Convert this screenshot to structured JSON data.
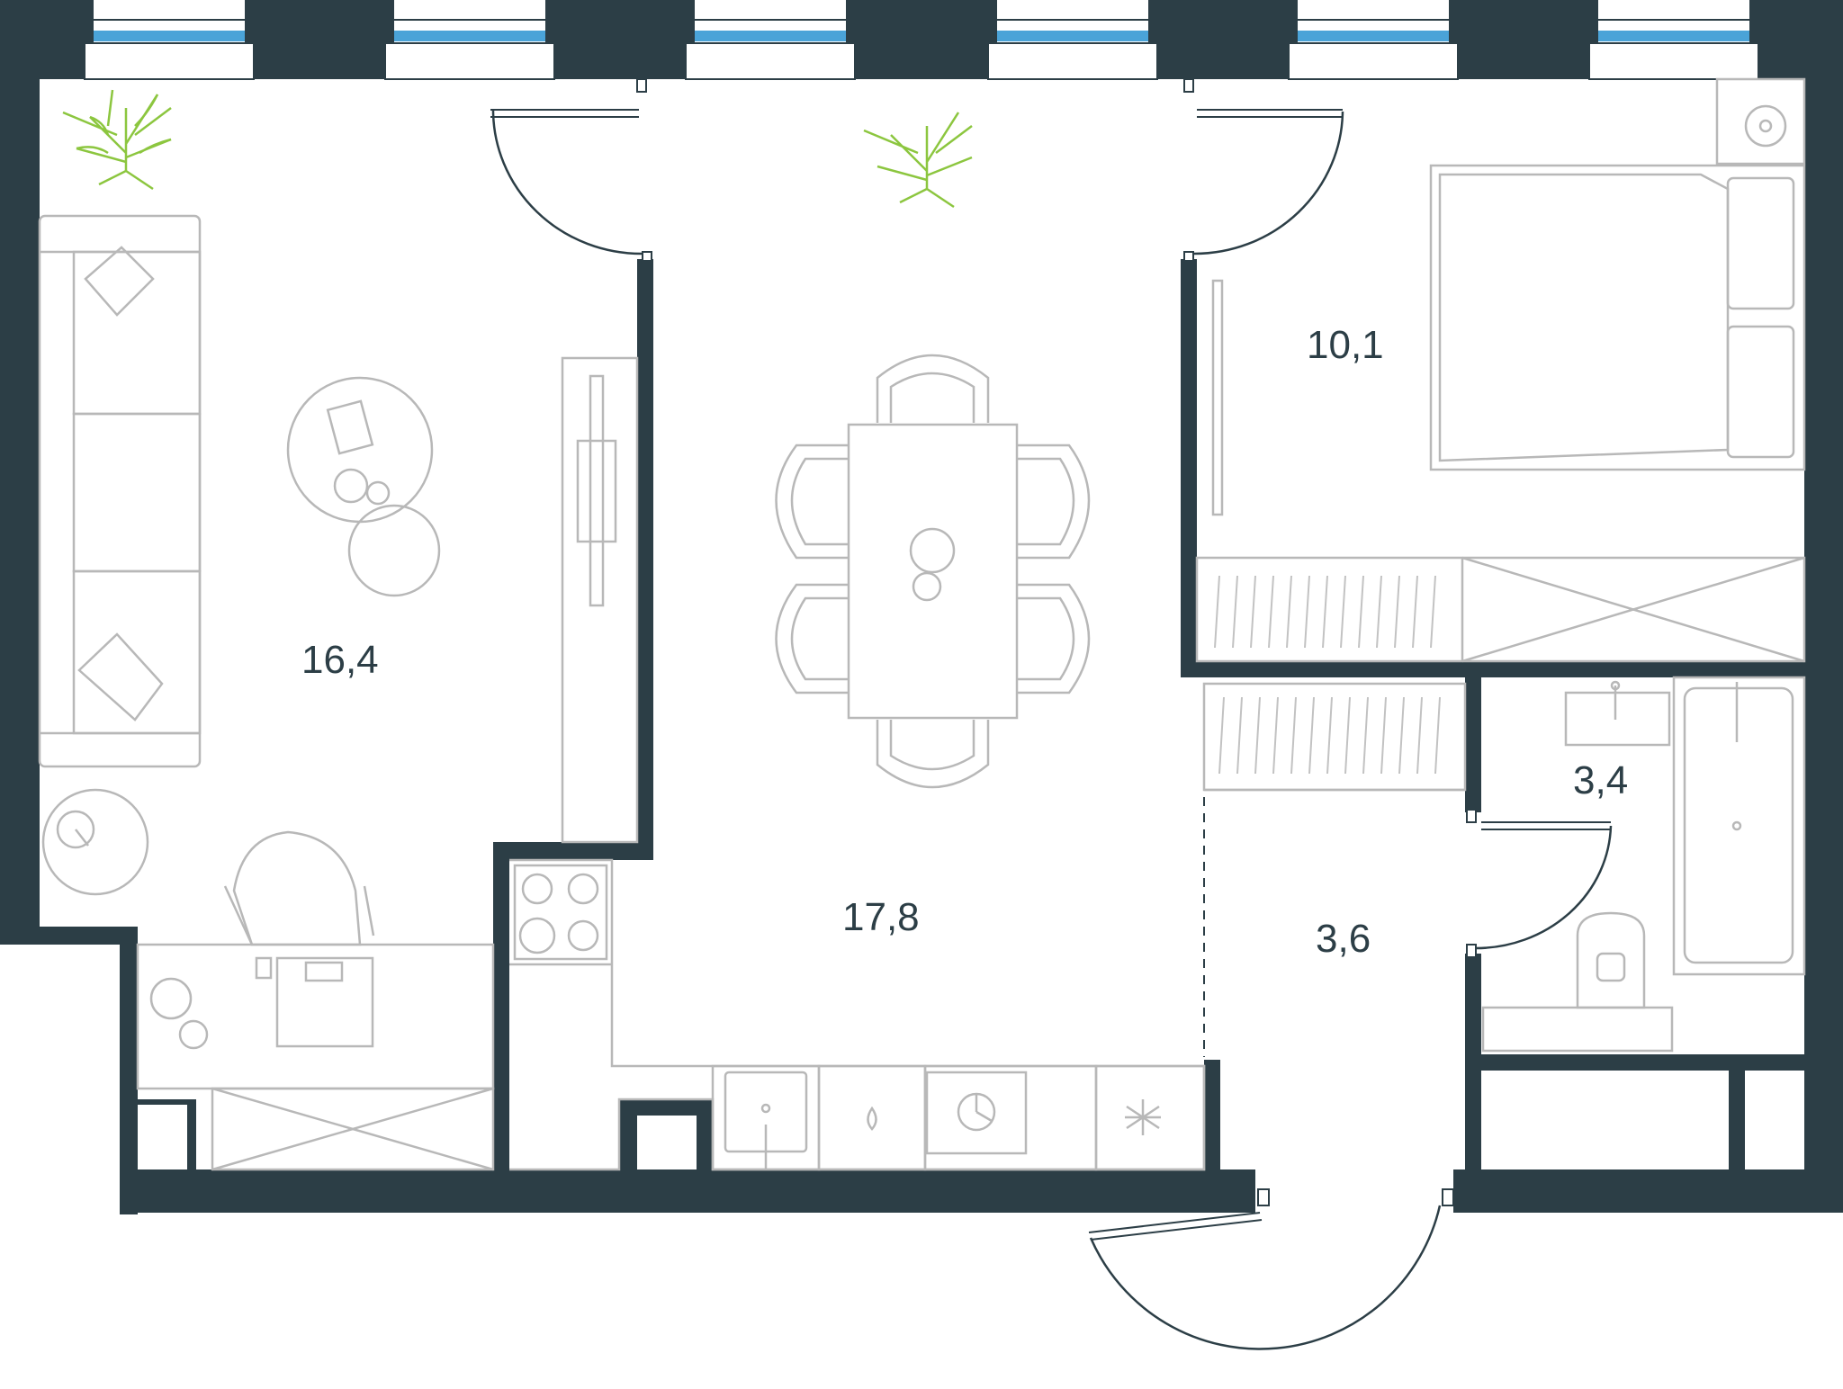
{
  "colors": {
    "wall": "#2c3e46",
    "window_glass": "#4aa3d8",
    "furniture_stroke": "#b8b8b8",
    "plant": "#8cc63f",
    "background": "#ffffff"
  },
  "rooms": [
    {
      "id": "living-room",
      "area": "16,4"
    },
    {
      "id": "kitchen-dining",
      "area": "17,8"
    },
    {
      "id": "bedroom",
      "area": "10,1"
    },
    {
      "id": "bathroom",
      "area": "3,4"
    },
    {
      "id": "hallway",
      "area": "3,6"
    }
  ],
  "icons": [
    "plant-icon",
    "sofa-icon",
    "coffee-table-icon",
    "armchair-icon",
    "desk-icon",
    "wardrobe-icon",
    "dining-table-icon",
    "chair-icon",
    "stove-icon",
    "sink-icon",
    "fridge-icon",
    "bed-icon",
    "bathtub-icon",
    "toilet-icon",
    "washbasin-icon",
    "window-icon",
    "door-icon"
  ]
}
